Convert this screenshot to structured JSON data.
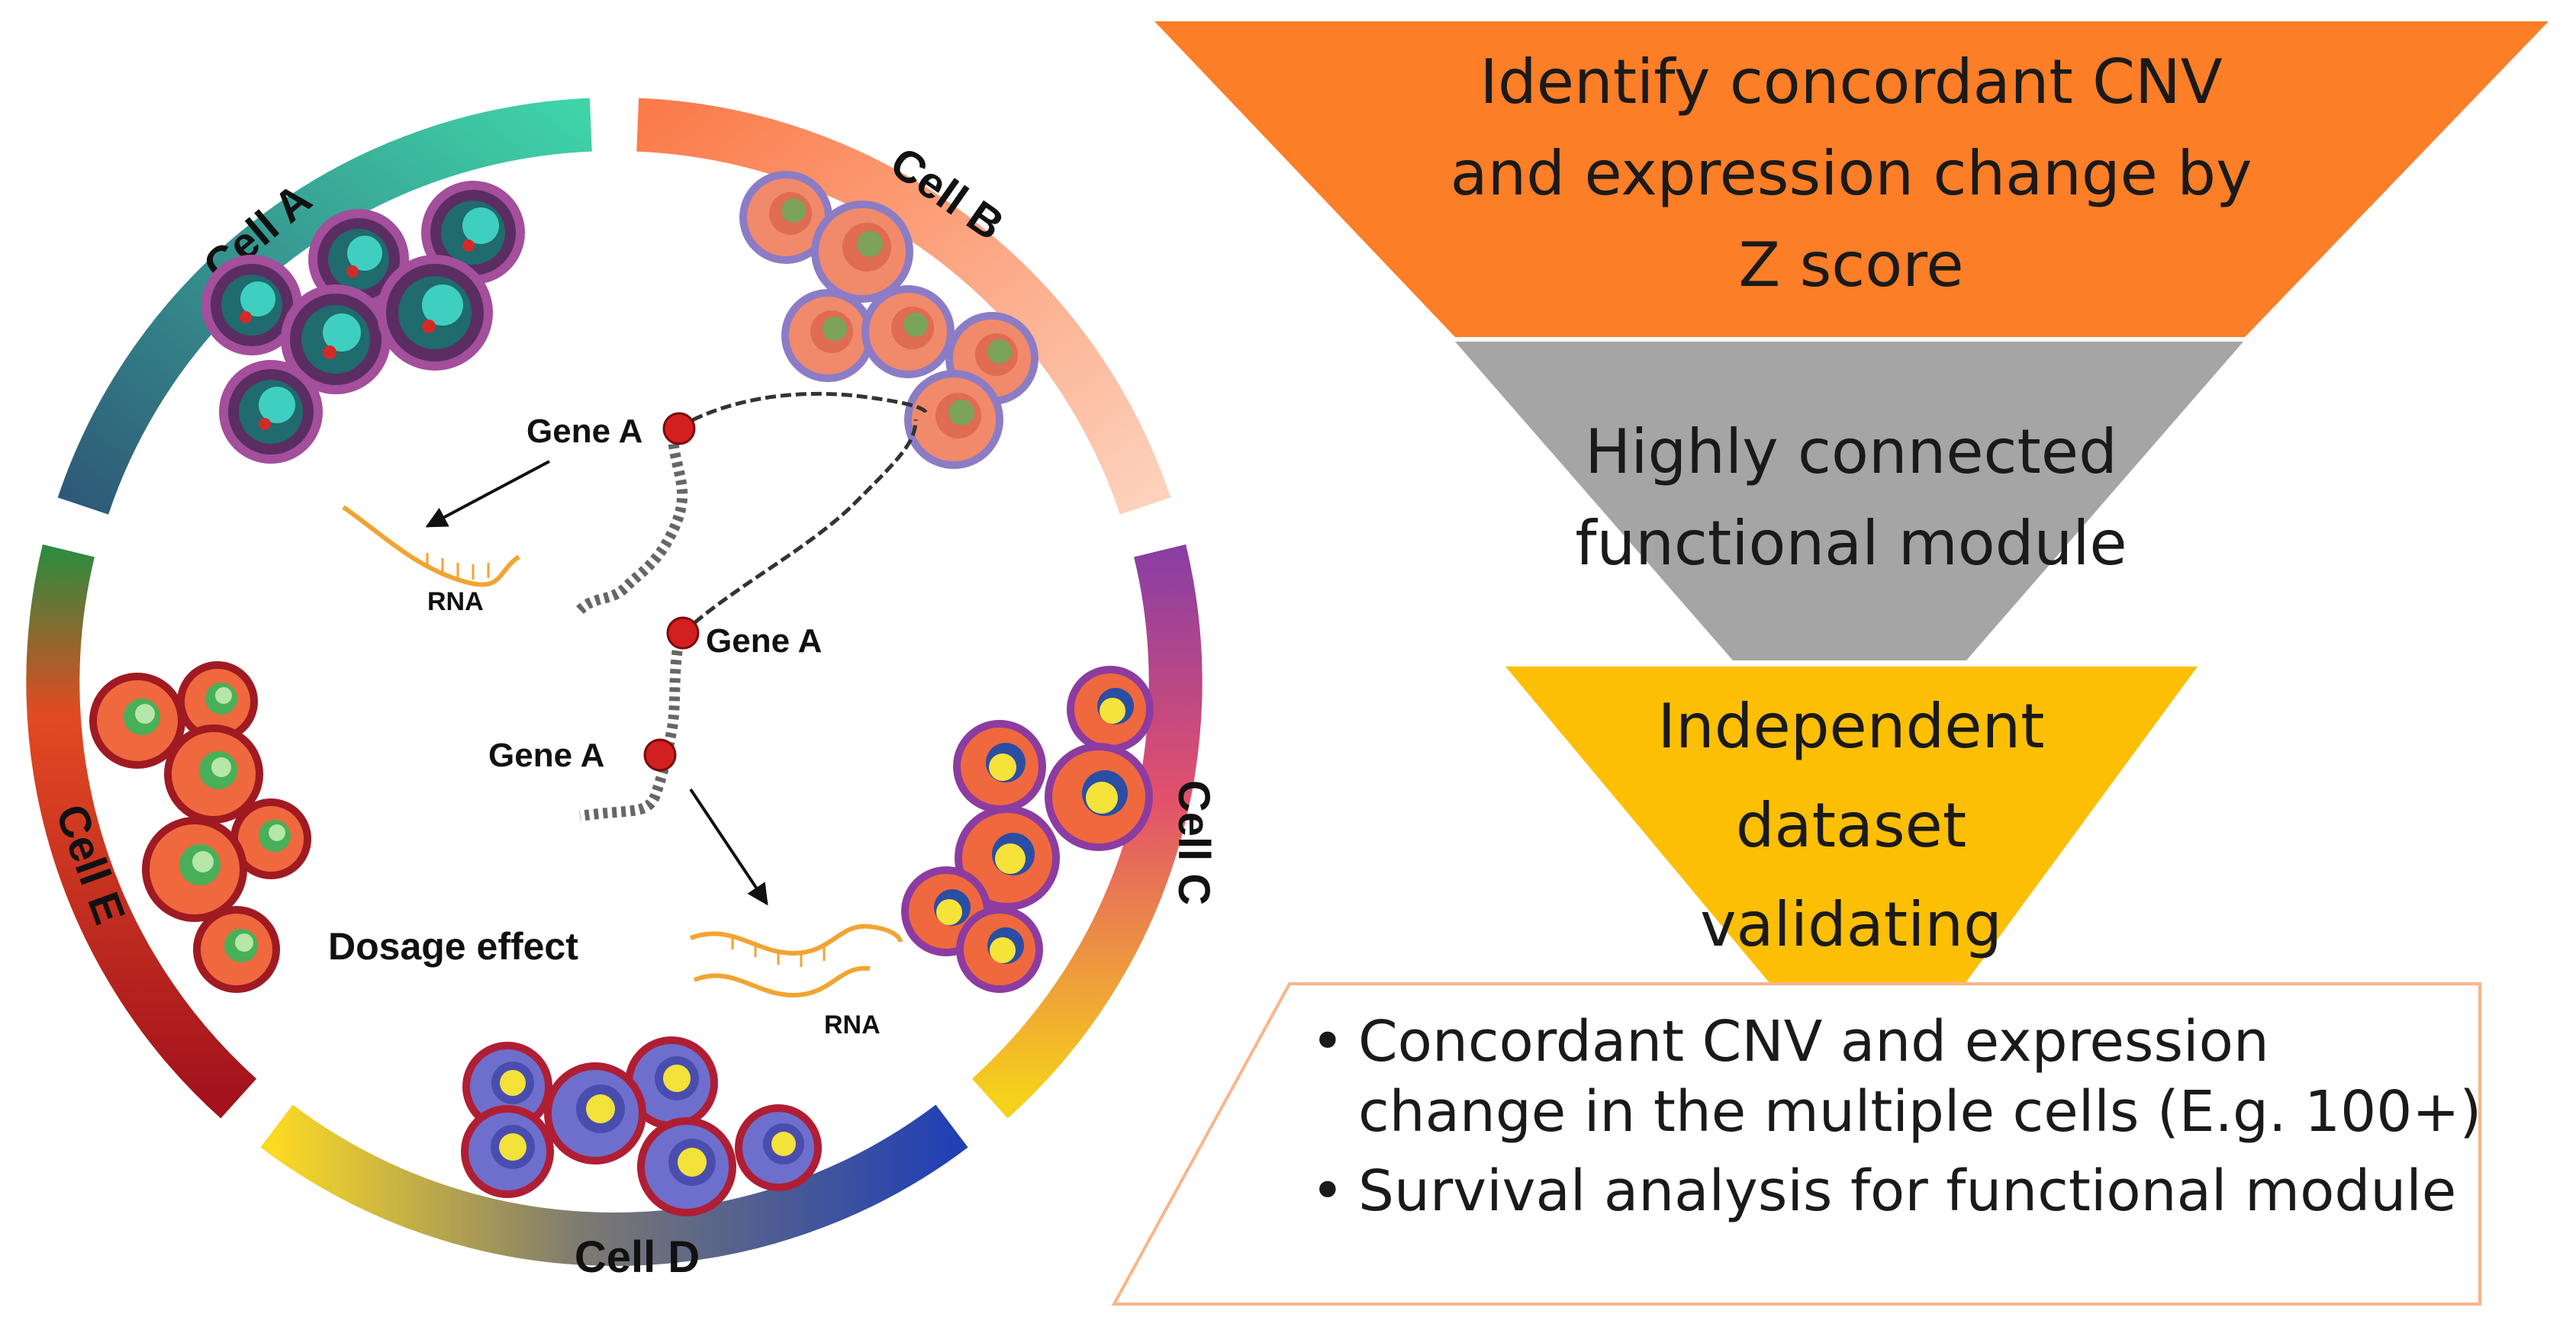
{
  "circle": {
    "cells": [
      {
        "label": "Cell A",
        "color_start": "#2e5a78",
        "color_end": "#3fd3a8"
      },
      {
        "label": "Cell B",
        "color_start": "#fb7b4a",
        "color_end": "#fdd2bd"
      },
      {
        "label": "Cell C",
        "color_start": "#8a3ea3",
        "color_end": "#f6d11a"
      },
      {
        "label": "Cell D",
        "color_start": "#fbd924",
        "color_end": "#2140b4"
      },
      {
        "label": "Cell E",
        "color_start": "#2e8b3e",
        "color_end": "#a3121d"
      }
    ],
    "gene_labels": [
      "Gene A",
      "Gene A",
      "Gene A"
    ],
    "rna_labels": [
      "RNA",
      "RNA"
    ],
    "center_label": "Dosage effect"
  },
  "funnel": {
    "stages": [
      {
        "lines": [
          "Identify concordant CNV",
          "and expression change by",
          "Z score"
        ],
        "color": "#fc7e27"
      },
      {
        "lines": [
          "Highly connected",
          "functional module"
        ],
        "color": "#a5a5a5"
      },
      {
        "lines": [
          "Independent",
          "dataset",
          "validating"
        ],
        "color": "#fcbf04"
      }
    ],
    "bullets": [
      "Concordant CNV and expression change in the multiple cells (E.g. 100+)",
      "Survival analysis for functional module"
    ],
    "box_border": "#fbb48a"
  }
}
